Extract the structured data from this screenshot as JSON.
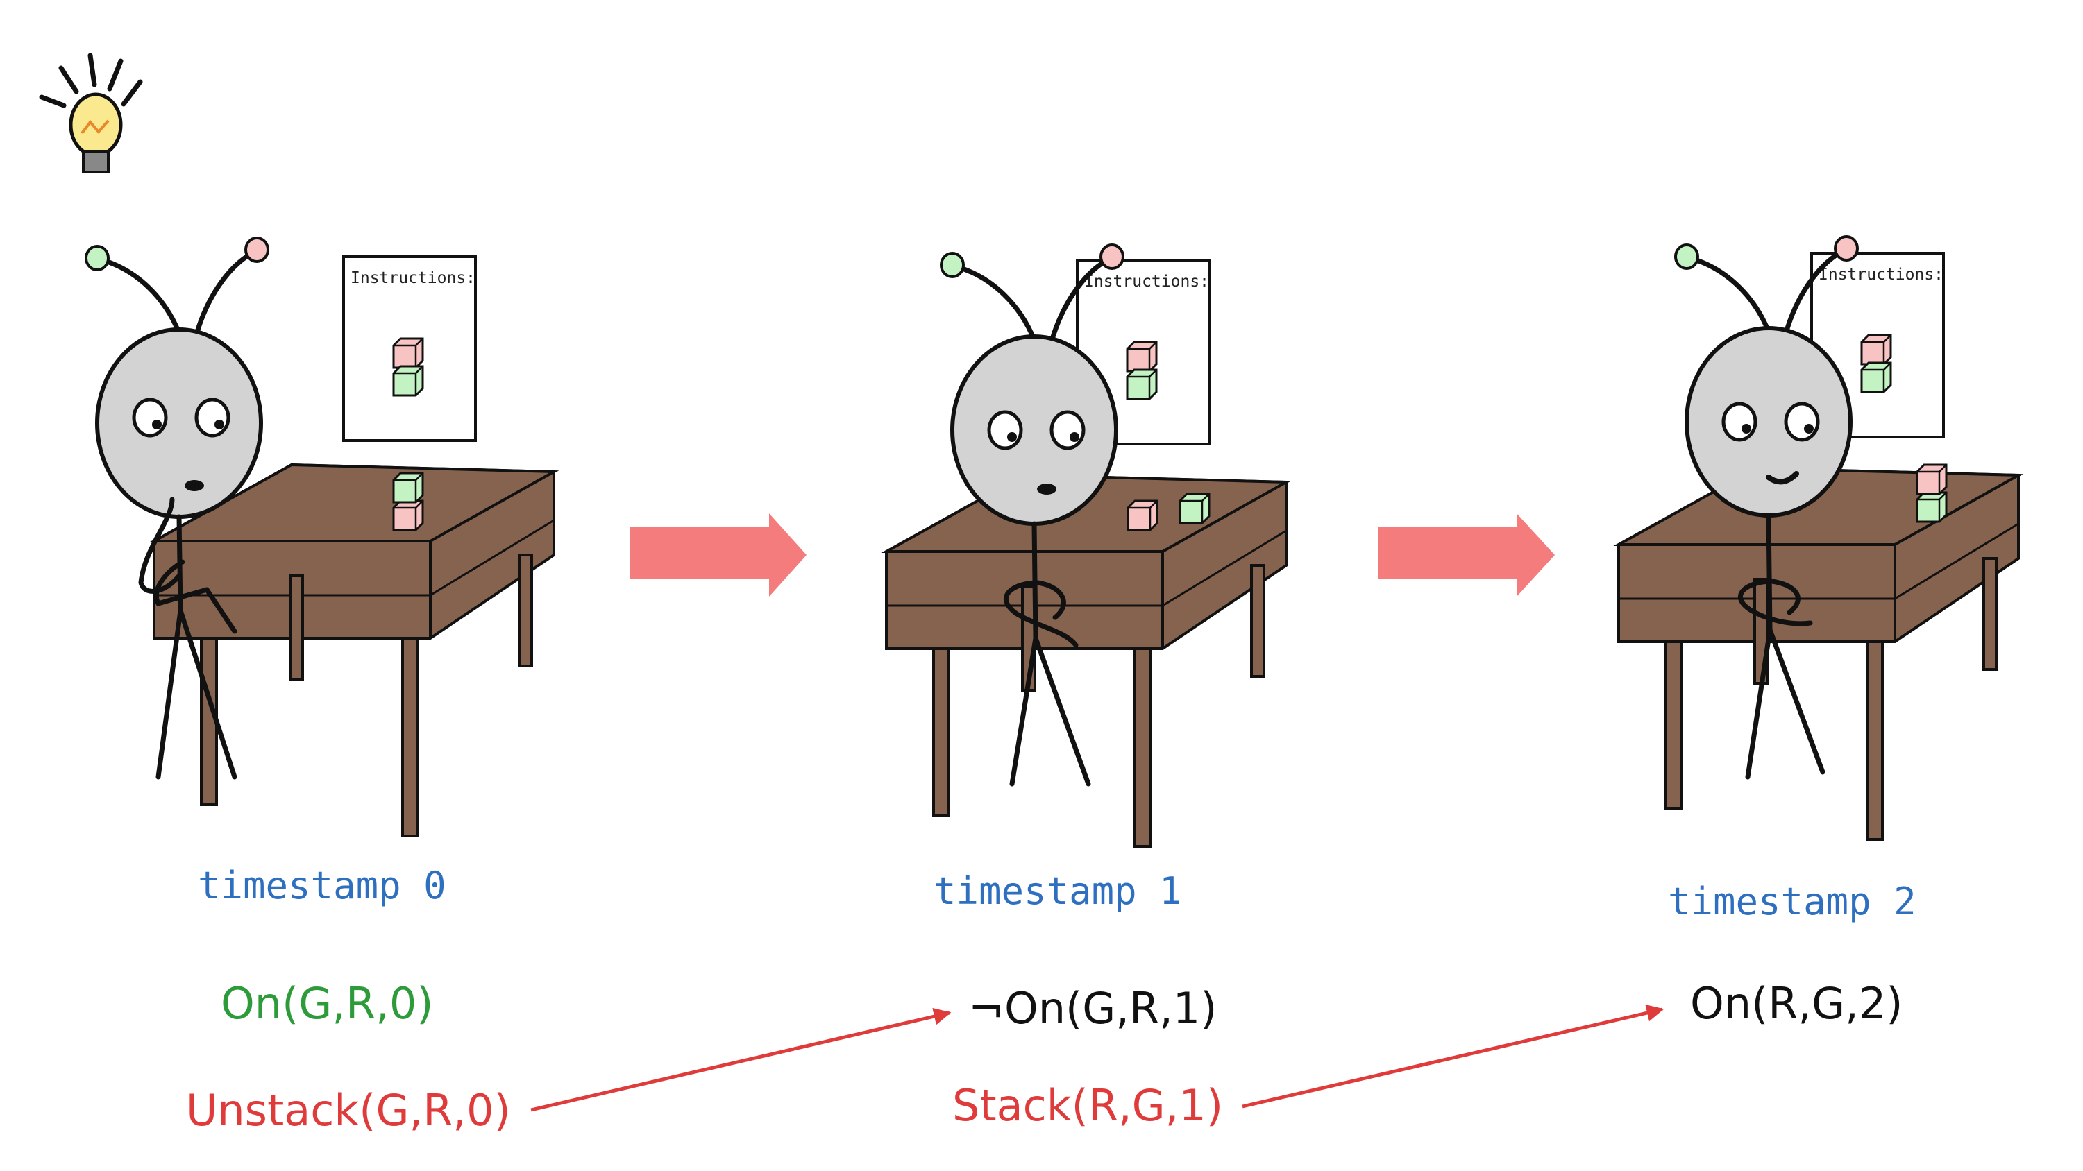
{
  "instructions_label": "Instructions:",
  "timestamps": [
    {
      "label": "timestamp 0",
      "state": "On(G,R,0)",
      "action": "Unstack(G,R,0)"
    },
    {
      "label": "timestamp 1",
      "state": "¬On(G,R,1)",
      "action": "Stack(R,G,1)"
    },
    {
      "label": "timestamp 2",
      "state": "On(R,G,2)",
      "action": ""
    }
  ],
  "icons": [
    "lightbulb-icon",
    "right-arrow-icon"
  ],
  "colors": {
    "timestamp_text": "#2f6fbf",
    "initial_state": "#2e9b3a",
    "action": "#e03b3b",
    "state": "#111111",
    "transition_arrow": "#f47c7c",
    "table": "#86634f",
    "head": "#d3d3d3",
    "red_block": "#f7c3c3",
    "green_block": "#c3f2c3"
  }
}
